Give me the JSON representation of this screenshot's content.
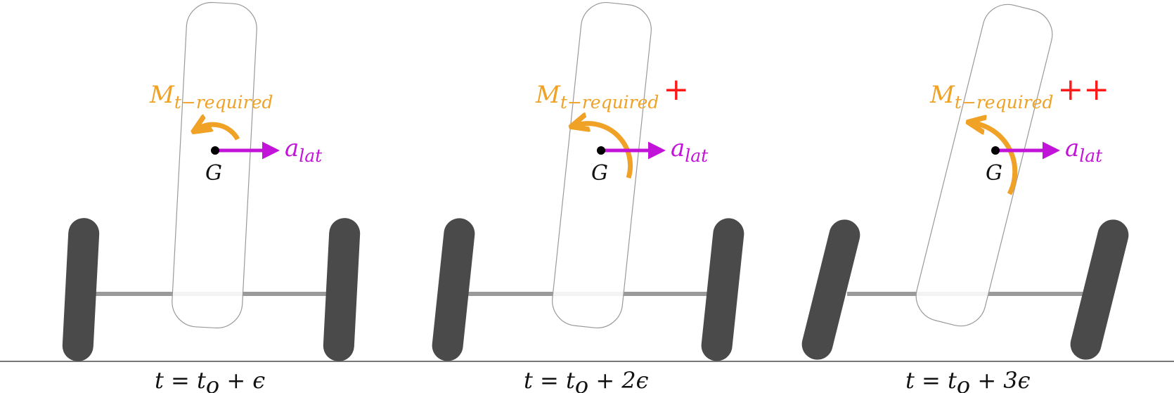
{
  "colors": {
    "moment": "#f0a226",
    "acceleration": "#c214d9",
    "plus": "#ff1a1a",
    "wheel": "#4a4a4a",
    "axle": "#9a9a9a",
    "body_stroke": "#999999",
    "ground": "#777777"
  },
  "panels": [
    {
      "moment_label": "M",
      "moment_subscript": "t−required",
      "plus_marks": "",
      "accel_label": "a",
      "accel_subscript": "lat",
      "cog_label": "G",
      "time_label": "t = t",
      "time_subscript": "o",
      "time_suffix": " + ϵ",
      "lean_deg": 3,
      "moment_magnitude": 1
    },
    {
      "moment_label": "M",
      "moment_subscript": "t−required",
      "plus_marks": "+",
      "accel_label": "a",
      "accel_subscript": "lat",
      "cog_label": "G",
      "time_label": "t = t",
      "time_subscript": "o",
      "time_suffix": " + 2ϵ",
      "lean_deg": 6,
      "moment_magnitude": 2
    },
    {
      "moment_label": "M",
      "moment_subscript": "t−required",
      "plus_marks": "++",
      "accel_label": "a",
      "accel_subscript": "lat",
      "cog_label": "G",
      "time_label": "t = t",
      "time_subscript": "o",
      "time_suffix": " + 3ϵ",
      "lean_deg": 14,
      "moment_magnitude": 3
    }
  ]
}
